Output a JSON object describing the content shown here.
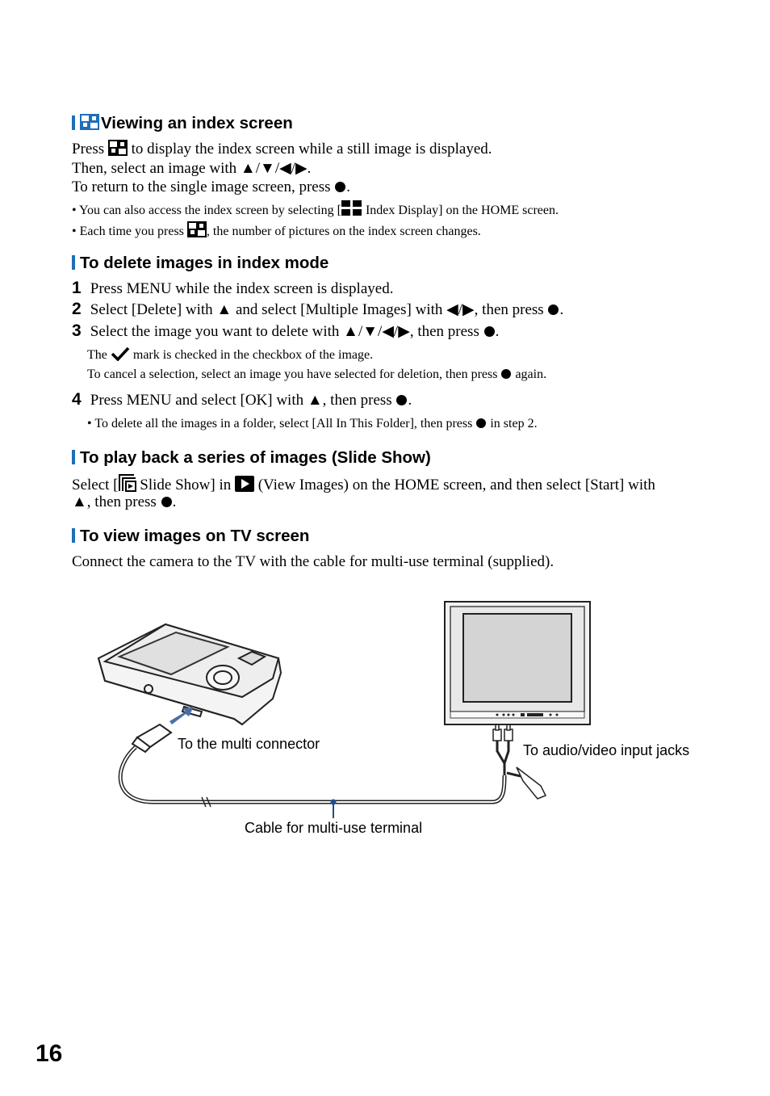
{
  "sections": {
    "index": {
      "title": "Viewing an index screen",
      "line1a": "Press",
      "line1b": "to display the index screen while a still image is displayed.",
      "line2": "Then, select an image with ▲/▼/◀/▶.",
      "line3": "To return to the single image screen, press",
      "bullet1a": "• You can also access the index screen by selecting [",
      "bullet1b": "Index Display] on the HOME screen.",
      "bullet2a": "• Each time you press",
      "bullet2b": ", the number of pictures on the index screen changes."
    },
    "delete": {
      "title": "To delete images in index mode",
      "step1": "Press MENU while the index screen is displayed.",
      "step2a": "Select [Delete] with ▲ and select [Multiple Images] with ◀/▶, then press",
      "step3a": "Select the image you want to delete with ▲/▼/◀/▶, then press",
      "note1a": "The",
      "note1b": "mark is checked in the checkbox of the image.",
      "note2a": "To cancel a selection, select an image you have selected for deletion, then press",
      "note2b": "again.",
      "step4a": "Press MENU and select [OK] with ▲, then press",
      "bullet": "• To delete all the images in a folder, select [All In This Folder], then press",
      "bullet_b": "in step 2.",
      "steps": [
        "1",
        "2",
        "3",
        "4"
      ]
    },
    "slideshow": {
      "title": "To play back a series of images (Slide Show)",
      "line1a": "Select [",
      "line1b": "Slide Show] in",
      "line1c": "(View Images) on the HOME screen, and then select [Start] with",
      "line2a": "▲, then press"
    },
    "tv": {
      "title": "To view images on TV screen",
      "line1": "Connect the camera to the TV with the cable for multi-use terminal (supplied)."
    }
  },
  "diagram": {
    "label_multi_connector": "To the multi connector",
    "label_av_jacks": "To audio/video input jacks",
    "label_cable": "Cable for multi-use terminal"
  },
  "page_number": "16",
  "colors": {
    "accent": "#1e6fb8",
    "text": "#000000"
  }
}
